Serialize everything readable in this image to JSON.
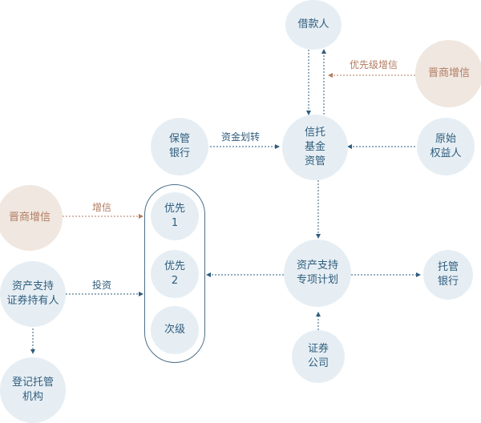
{
  "colors": {
    "flow": "#2f5d7c",
    "credit": "#b27c61",
    "node_blue": "#e6eef4",
    "node_tan": "#efe7e0"
  },
  "nodes": {
    "borrower": "借款人",
    "jinshang_top": "晋商增信",
    "custodian_bank": "保管\n银行",
    "trust": "信托\n基金\n资管",
    "original_owner": "原始\n权益人",
    "jinshang_left": "晋商增信",
    "priority_1": "优先\n1",
    "priority_2": "优先\n2",
    "subordinate": "次级",
    "abs_holder": "资产支持\n证券持有人",
    "abs_plan": "资产支持\n专项计划",
    "trustee_bank": "托管\n银行",
    "securities_firm": "证券\n公司",
    "registry": "登记托管\n机构"
  },
  "edge_labels": {
    "priority_credit": "优先级增信",
    "fund_transfer": "资金划转",
    "credit_enhancement": "增信",
    "investment": "投资"
  }
}
